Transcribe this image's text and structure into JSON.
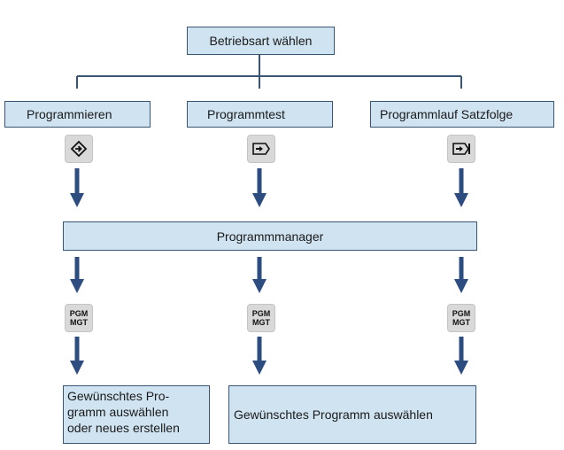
{
  "colors": {
    "box_fill": "#cfe3f1",
    "box_border": "#3a5573",
    "arrow": "#2d4d80",
    "key_fill": "#d9d9d9"
  },
  "top": {
    "label": "Betriebsart wählen"
  },
  "modes": [
    {
      "label": "Programmieren",
      "key_icon": "programming-mode-icon"
    },
    {
      "label": "Programmtest",
      "key_icon": "program-test-icon"
    },
    {
      "label": "Programmlauf Satzfolge",
      "key_icon": "program-run-full-sequence-icon"
    }
  ],
  "manager": {
    "label": "Programmmanager"
  },
  "pgm_key": {
    "line1": "PGM",
    "line2": "MGT"
  },
  "results": {
    "left": "Gewünschtes Pro-\ngramm auswählen\noder neues erstellen",
    "right": "Gewünschtes Programm auswählen"
  }
}
